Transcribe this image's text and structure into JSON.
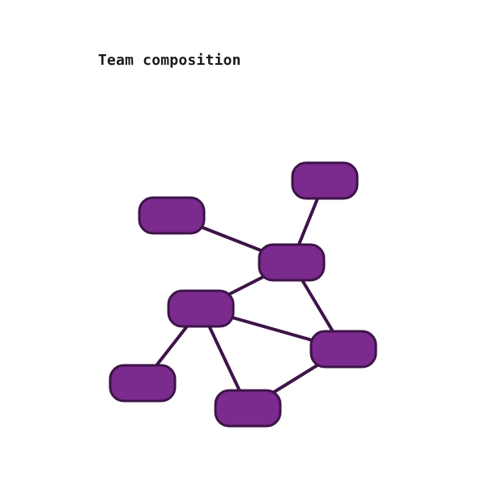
{
  "diagram": {
    "title": "Team composition",
    "colors": {
      "node_fill": "#7b2a8e",
      "node_stroke": "#3d1448",
      "edge": "#3d1448",
      "title_text": "#1a1a1a",
      "background": "#ffffff"
    },
    "nodes": [
      {
        "id": "n1",
        "label": ""
      },
      {
        "id": "n2",
        "label": ""
      },
      {
        "id": "n3",
        "label": ""
      },
      {
        "id": "n4",
        "label": ""
      },
      {
        "id": "n5",
        "label": ""
      },
      {
        "id": "n6",
        "label": ""
      },
      {
        "id": "n7",
        "label": ""
      }
    ],
    "edges": [
      {
        "from": "n2",
        "to": "n3"
      },
      {
        "from": "n1",
        "to": "n3"
      },
      {
        "from": "n3",
        "to": "n4"
      },
      {
        "from": "n3",
        "to": "n5"
      },
      {
        "from": "n4",
        "to": "n5"
      },
      {
        "from": "n4",
        "to": "n6"
      },
      {
        "from": "n4",
        "to": "n7"
      },
      {
        "from": "n5",
        "to": "n7"
      }
    ]
  }
}
